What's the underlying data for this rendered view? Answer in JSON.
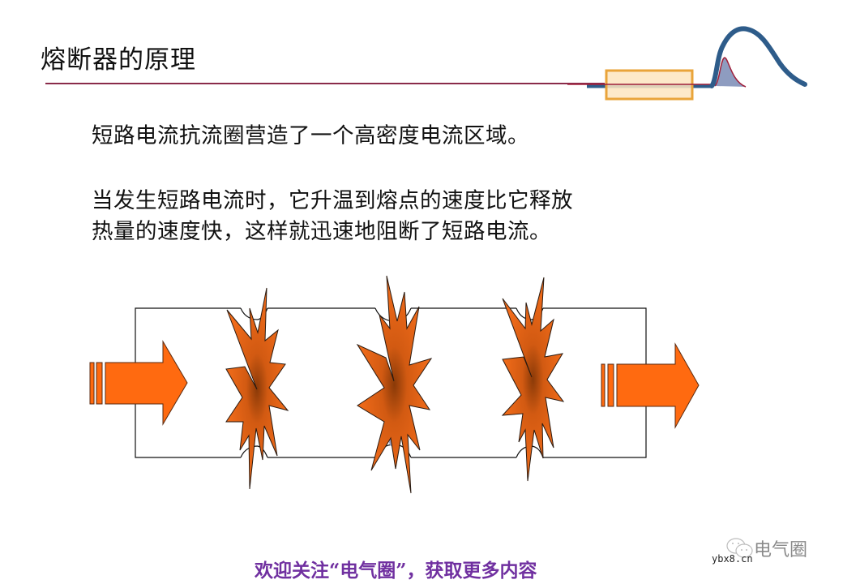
{
  "slide": {
    "title": "熔断器的原理",
    "paragraphs": [
      "短路电流抗流圈营造了一个高密度电流区域。",
      "当发生短路电流时，它升温到熔点的速度比它释放",
      "热量的速度快，这样就迅速地阻断了短路电流。"
    ]
  },
  "diagram": {
    "description": "fuse element with three melting constrictions exploding",
    "arrow_in": "current-in-arrow",
    "arrow_out": "current-out-arrow",
    "explosion_count": 3,
    "colors": {
      "arrow": "#ff6a10",
      "explosion": "#f0681a",
      "explosion_core": "#8a3a08",
      "outline": "#111111",
      "lump": "#9aa4c8"
    }
  },
  "header_graphic": {
    "colors": {
      "rule": "#8a2b4a",
      "curve": "#2e5c8a",
      "fuse_box_fill": "#fde5bf",
      "fuse_box_border": "#e9a43a",
      "peak_fill": "#8e9cc0",
      "peak_line": "#a0203a"
    }
  },
  "footer": {
    "text": "欢迎关注“电气圈”，获取更多内容",
    "color": "#7030a0"
  },
  "watermark": {
    "name": "电气圈",
    "url": "ybx8.cn"
  }
}
